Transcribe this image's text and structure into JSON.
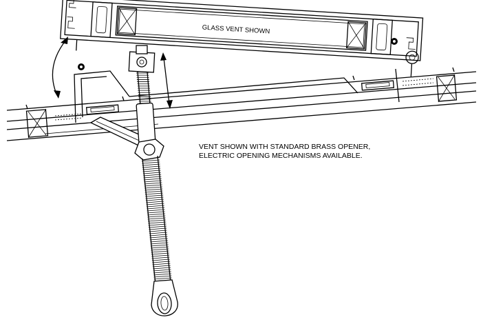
{
  "diagram": {
    "vent_label": "GLASS VENT SHOWN",
    "note_lines": [
      "VENT SHOWN WITH STANDARD BRASS OPENER,",
      "ELECTRIC OPENING MECHANISMS AVAILABLE."
    ]
  }
}
